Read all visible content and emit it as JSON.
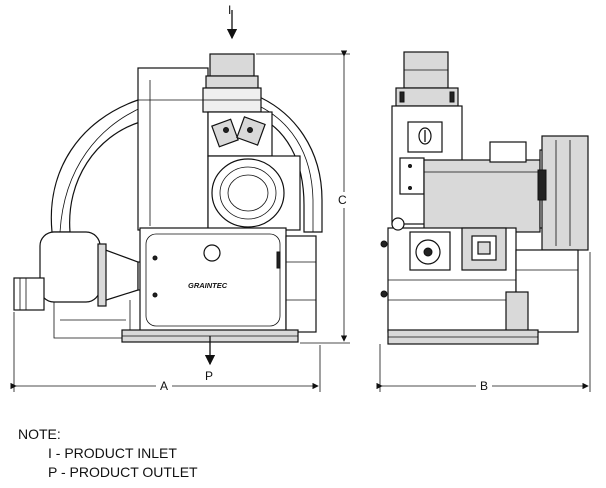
{
  "labels": {
    "inlet_marker": "I",
    "outlet_marker": "P",
    "dim_a": "A",
    "dim_b": "B",
    "dim_c": "C",
    "brand": "GRAINTEC"
  },
  "note": {
    "heading": "NOTE:",
    "line_inlet": "I - PRODUCT INLET",
    "line_outlet": "P - PRODUCT OUTLET"
  }
}
